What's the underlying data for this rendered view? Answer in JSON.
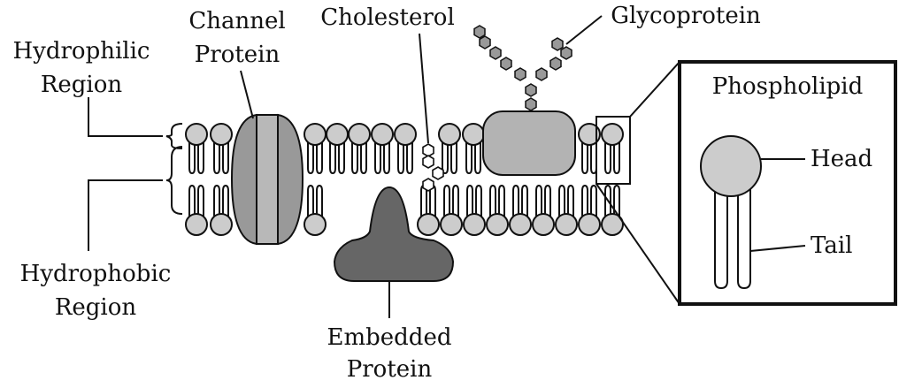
{
  "labels": {
    "hydrophilic": [
      "Hydrophilic",
      "Region"
    ],
    "hydrophobic": [
      "Hydrophobic",
      "Region"
    ],
    "channel": [
      "Channel",
      "Protein"
    ],
    "cholesterol": "Cholesterol",
    "glycoprotein": "Glycoprotein",
    "embedded": [
      "Embedded",
      "Protein"
    ],
    "inset_title": "Phospholipid",
    "inset_head": "Head",
    "inset_tail": "Tail"
  },
  "colors": {
    "head_fill": "#cccccc",
    "channel_outer": "#999999",
    "channel_core": "#b8b8b8",
    "glycoprotein_body": "#b3b3b3",
    "sugar": "#999999",
    "embedded_protein": "#666666",
    "outline": "#111111"
  },
  "icons": [
    "phospholipid-icon",
    "cholesterol-ring-icon",
    "sugar-chain-icon"
  ]
}
